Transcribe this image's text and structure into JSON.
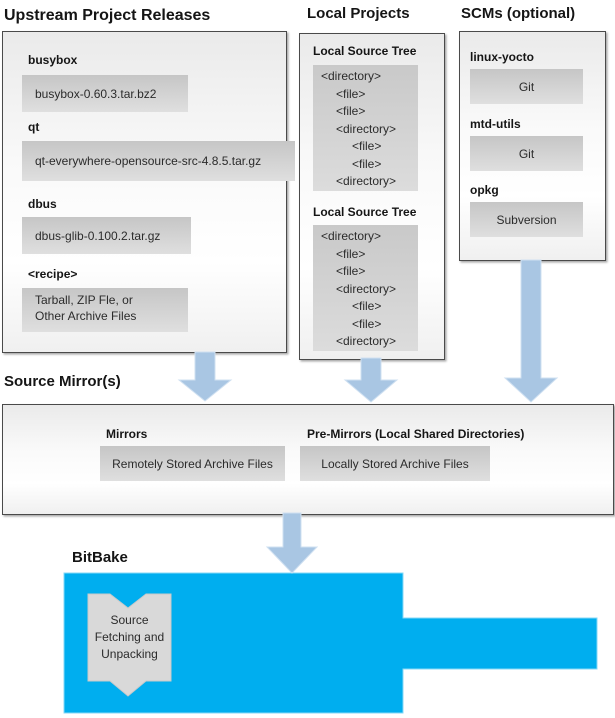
{
  "upstream": {
    "title": "Upstream Project Releases",
    "items": [
      {
        "label": "busybox",
        "value": "busybox-0.60.3.tar.bz2"
      },
      {
        "label": "qt",
        "value": "qt-everywhere-opensource-src-4.8.5.tar.gz"
      },
      {
        "label": "dbus",
        "value": "dbus-glib-0.100.2.tar.gz"
      },
      {
        "label": "<recipe>",
        "lines": [
          "Tarball, ZIP Fle, or",
          "Other Archive Files"
        ]
      }
    ]
  },
  "local_projects": {
    "title": "Local Projects",
    "tree_label": "Local Source Tree",
    "tree_lines": [
      {
        "text": "<directory>",
        "indent": 0
      },
      {
        "text": "<file>",
        "indent": 1
      },
      {
        "text": "<file>",
        "indent": 1
      },
      {
        "text": "<directory>",
        "indent": 1
      },
      {
        "text": "<file>",
        "indent": 2
      },
      {
        "text": "<file>",
        "indent": 2
      },
      {
        "text": "<directory>",
        "indent": 1
      }
    ]
  },
  "scms": {
    "title": "SCMs (optional)",
    "items": [
      {
        "label": "linux-yocto",
        "value": "Git"
      },
      {
        "label": "mtd-utils",
        "value": "Git"
      },
      {
        "label": "opkg",
        "value": "Subversion"
      }
    ]
  },
  "source_mirrors": {
    "title": "Source Mirror(s)",
    "mirrors_label": "Mirrors",
    "mirrors_value": "Remotely Stored Archive Files",
    "premirrors_label": "Pre-Mirrors (Local Shared Directories)",
    "premirrors_value": "Locally Stored Archive Files"
  },
  "bitbake": {
    "title": "BitBake",
    "process_lines": [
      "Source",
      "Fetching and",
      "Unpacking"
    ]
  },
  "colors": {
    "bitbake_blue": "#00aeef",
    "arrow_fill": "#a9c6e3",
    "arrow_border": "#cfe0f1",
    "value_box_gray": "#d4d4d4",
    "process_shape_gray": "#d9d9d9"
  }
}
